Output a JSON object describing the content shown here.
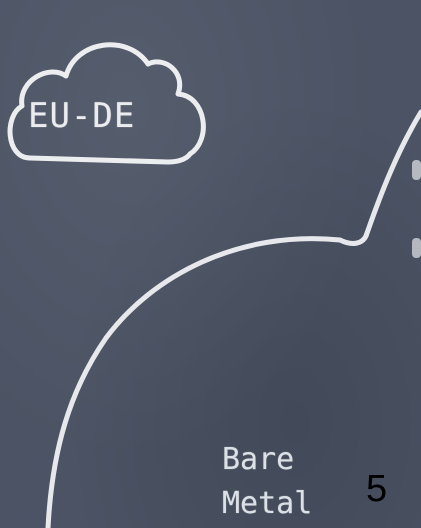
{
  "cloud": {
    "label": "EU-DE"
  },
  "region": {
    "label_line1": "Bare",
    "label_line2": "Metal"
  },
  "page_number": "5",
  "colors": {
    "chalkboard": "#4b5364",
    "chalk": "#f3f4f6",
    "page_number": "#000000"
  },
  "icons": {
    "cloud": "cloud-icon"
  }
}
